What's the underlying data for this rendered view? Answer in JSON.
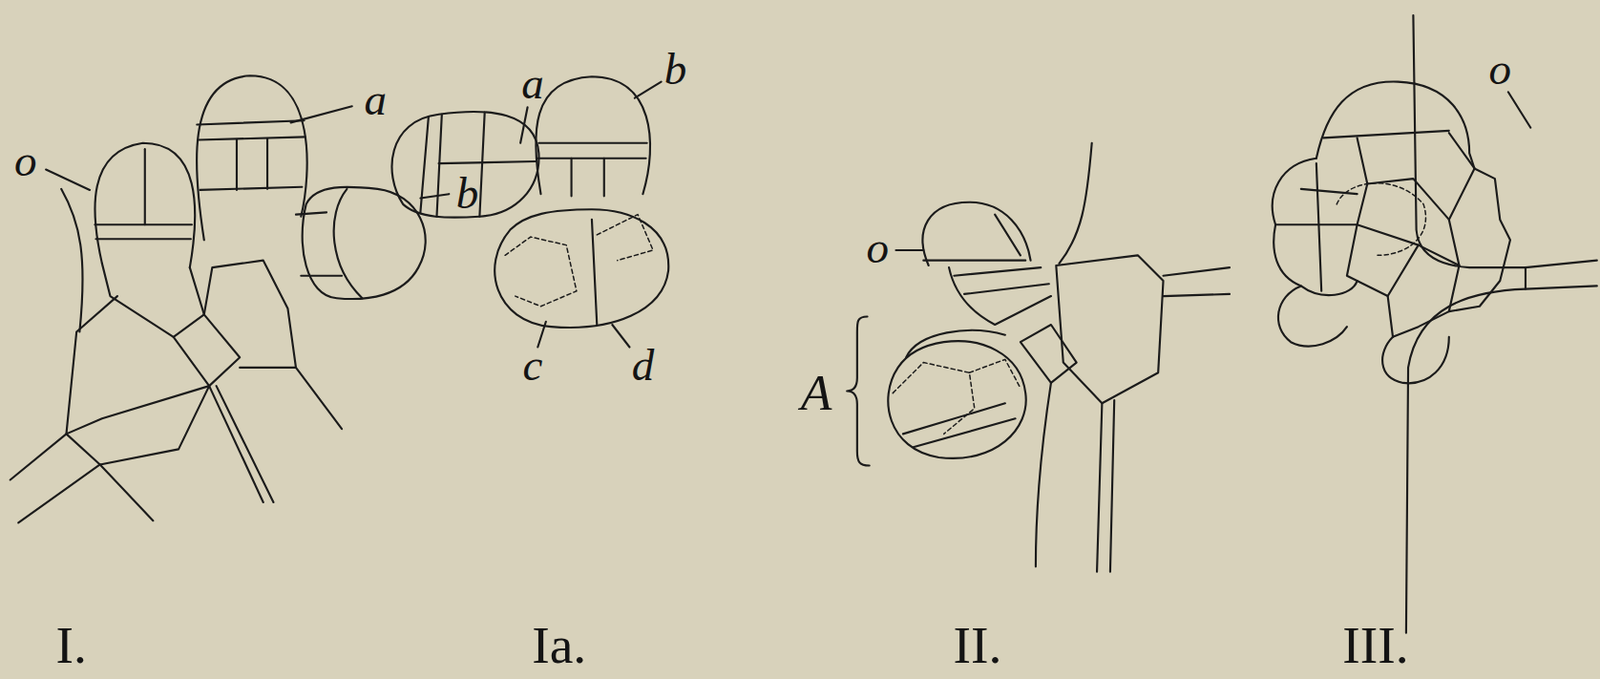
{
  "diagram": {
    "labels": [
      "o",
      "a",
      "b",
      "I.",
      "a",
      "b",
      "c",
      "d",
      "Ia.",
      "o",
      "A",
      "II.",
      "o",
      "III."
    ]
  }
}
